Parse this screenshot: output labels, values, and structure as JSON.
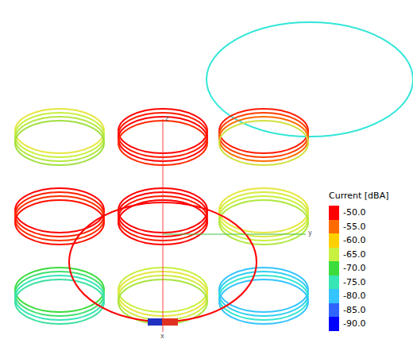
{
  "diagram": {
    "labels": [
      "Current [dBA]",
      "z",
      "y",
      "x"
    ],
    "legend": [
      {
        "text": "-50.0",
        "color": "#ff0000"
      },
      {
        "text": "-55.0",
        "color": "#ff6a00"
      },
      {
        "text": "-60.0",
        "color": "#ffd000"
      },
      {
        "text": "-65.0",
        "color": "#c8f040"
      },
      {
        "text": "-70.0",
        "color": "#3cdc3c"
      },
      {
        "text": "-75.0",
        "color": "#36e6b4"
      },
      {
        "text": "-80.0",
        "color": "#34c4ff"
      },
      {
        "text": "-85.0",
        "color": "#2f64ff"
      },
      {
        "text": "-90.0",
        "color": "#0000ff"
      }
    ]
  }
}
